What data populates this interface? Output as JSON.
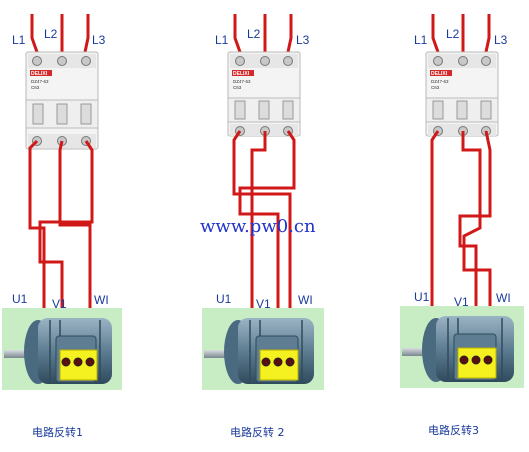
{
  "watermark": "www.pw0.cn",
  "colors": {
    "wire": "#d01818",
    "breaker_body": "#f4f4f4",
    "breaker_brand": "#d42a2a",
    "motor_bg": "#c8ecc4",
    "terminal_box": "#f5f020",
    "label": "#1a3a9a"
  },
  "diagrams": [
    {
      "phases": [
        "L1",
        "L2",
        "L3"
      ],
      "breaker": {
        "brand": "DELIXI",
        "model": "DZ47-63",
        "rating": "C63"
      },
      "terminals": [
        "U1",
        "V1",
        "WI"
      ],
      "caption": "电路反转1"
    },
    {
      "phases": [
        "L1",
        "L2",
        "L3"
      ],
      "breaker": {
        "brand": "DELIXI",
        "model": "DZ47-63",
        "rating": "C63"
      },
      "terminals": [
        "U1",
        "V1",
        "WI"
      ],
      "caption": "电路反转 2"
    },
    {
      "phases": [
        "L1",
        "L2",
        "L3"
      ],
      "breaker": {
        "brand": "DELIXI",
        "model": "DZ47-63",
        "rating": "C63"
      },
      "terminals": [
        "U1",
        "V1",
        "WI"
      ],
      "caption": "电路反转3"
    }
  ]
}
